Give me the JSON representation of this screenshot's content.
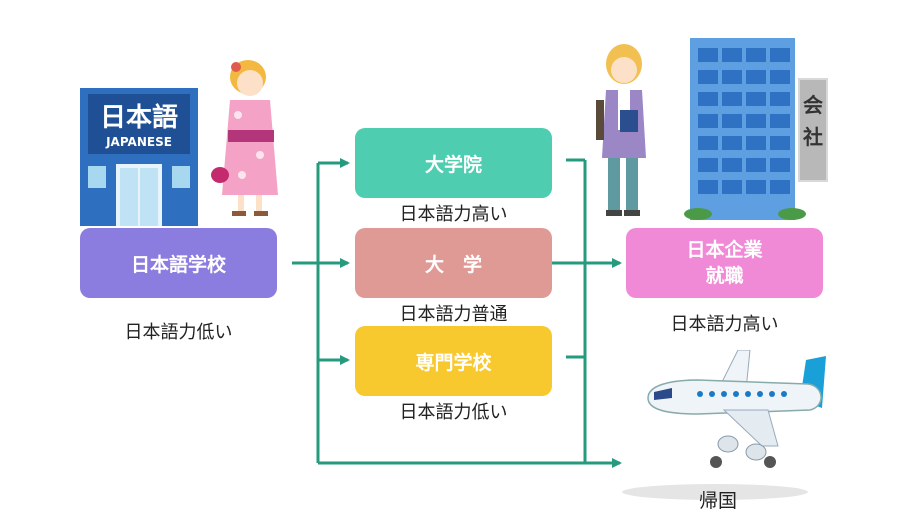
{
  "source": {
    "label": "日本語学校",
    "level": "日本語力低い",
    "building_sign": "日本語",
    "building_subsign": "JAPANESE"
  },
  "paths": [
    {
      "label": "大学院",
      "level": "日本語力高い",
      "color": "#4ecdb0"
    },
    {
      "label": "大　学",
      "level": "日本語力普通",
      "color": "#e09a95"
    },
    {
      "label": "専門学校",
      "level": "日本語力低い",
      "color": "#f8c92e"
    }
  ],
  "outcomes": {
    "employment": {
      "line1": "日本企業",
      "line2": "就職",
      "level": "日本語力高い",
      "color": "#f08ad6"
    },
    "return_home": {
      "label": "帰国"
    },
    "company_sign": [
      "会",
      "社"
    ]
  },
  "colors": {
    "source_box": "#8b7de0",
    "arrow": "#259a7c"
  }
}
